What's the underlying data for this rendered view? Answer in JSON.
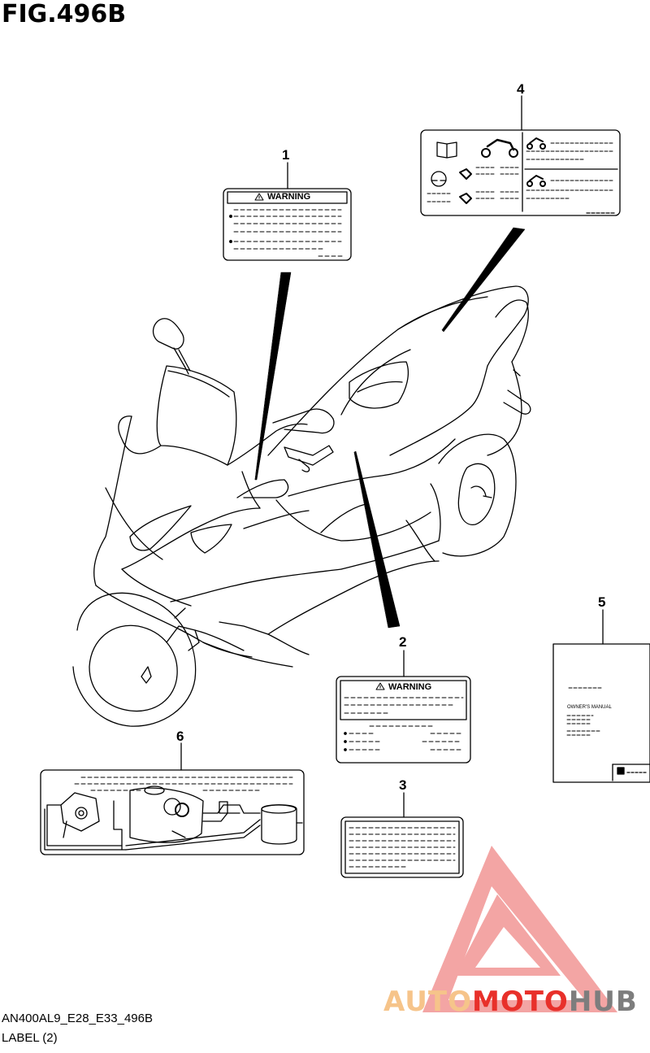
{
  "figure": {
    "title": "FIG.496B"
  },
  "callouts": [
    {
      "number": "1"
    },
    {
      "number": "2"
    },
    {
      "number": "3"
    },
    {
      "number": "4"
    },
    {
      "number": "5"
    },
    {
      "number": "6"
    }
  ],
  "labels": {
    "label1_heading": "WARNING",
    "label2_heading": "WARNING",
    "manual_title": "OWNER'S MANUAL"
  },
  "footer": {
    "model_code": "AN400AL9_E28_E33_496B",
    "section": "LABEL (2)"
  },
  "watermark": {
    "part1": "AUTO",
    "part2": "MOTO",
    "part3": "HUB",
    "color_light": "#f6c48a",
    "color_red": "#e8302a",
    "color_dark": "#7d7d7d",
    "triangle_color": "#ef8c8a"
  }
}
